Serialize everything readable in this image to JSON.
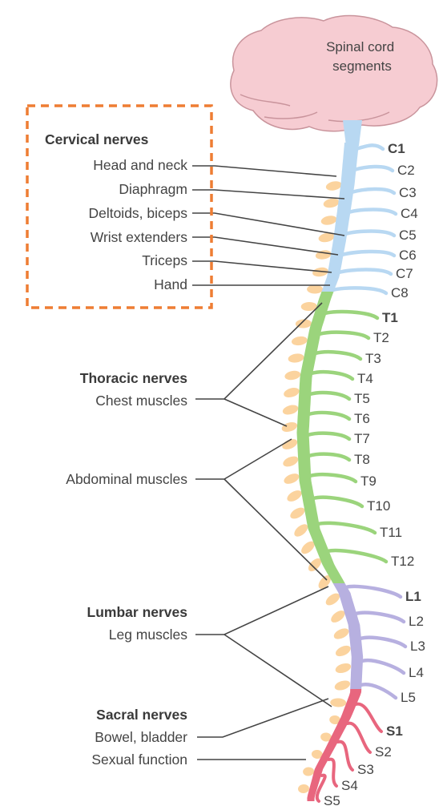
{
  "brain_label": [
    "Spinal cord",
    "segments"
  ],
  "colors": {
    "brain_fill": "#f6ccd2",
    "brain_stroke": "#c9949c",
    "cervical": "#b8d8f2",
    "thoracic": "#9bd47c",
    "lumbar": "#b7b0e0",
    "sacral": "#e8667e",
    "vertebra": "#fbd39e",
    "highlight_box": "#ee7d33",
    "leader_line": "#444444"
  },
  "groups": [
    {
      "id": "cervical",
      "heading": "Cervical nerves",
      "functions": [
        "Head and neck",
        "Diaphragm",
        "Deltoids, biceps",
        "Wrist extenders",
        "Triceps",
        "Hand"
      ]
    },
    {
      "id": "thoracic",
      "heading": "Thoracic nerves",
      "functions": [
        "Chest muscles"
      ]
    },
    {
      "id": "abdominal",
      "heading": "",
      "functions": [
        "Abdominal muscles"
      ]
    },
    {
      "id": "lumbar",
      "heading": "Lumbar nerves",
      "functions": [
        "Leg muscles"
      ]
    },
    {
      "id": "sacral",
      "heading": "Sacral nerves",
      "functions": [
        "Bowel, bladder",
        "Sexual function"
      ]
    }
  ],
  "segments": [
    {
      "label": "C1",
      "bold": true
    },
    {
      "label": "C2"
    },
    {
      "label": "C3"
    },
    {
      "label": "C4"
    },
    {
      "label": "C5"
    },
    {
      "label": "C6"
    },
    {
      "label": "C7"
    },
    {
      "label": "C8"
    },
    {
      "label": "T1",
      "bold": true
    },
    {
      "label": "T2"
    },
    {
      "label": "T3"
    },
    {
      "label": "T4"
    },
    {
      "label": "T5"
    },
    {
      "label": "T6"
    },
    {
      "label": "T7"
    },
    {
      "label": "T8"
    },
    {
      "label": "T9"
    },
    {
      "label": "T10"
    },
    {
      "label": "T11"
    },
    {
      "label": "T12"
    },
    {
      "label": "L1",
      "bold": true
    },
    {
      "label": "L2"
    },
    {
      "label": "L3"
    },
    {
      "label": "L4"
    },
    {
      "label": "L5"
    },
    {
      "label": "S1",
      "bold": true
    },
    {
      "label": "S2"
    },
    {
      "label": "S3"
    },
    {
      "label": "S4"
    },
    {
      "label": "S5"
    }
  ]
}
